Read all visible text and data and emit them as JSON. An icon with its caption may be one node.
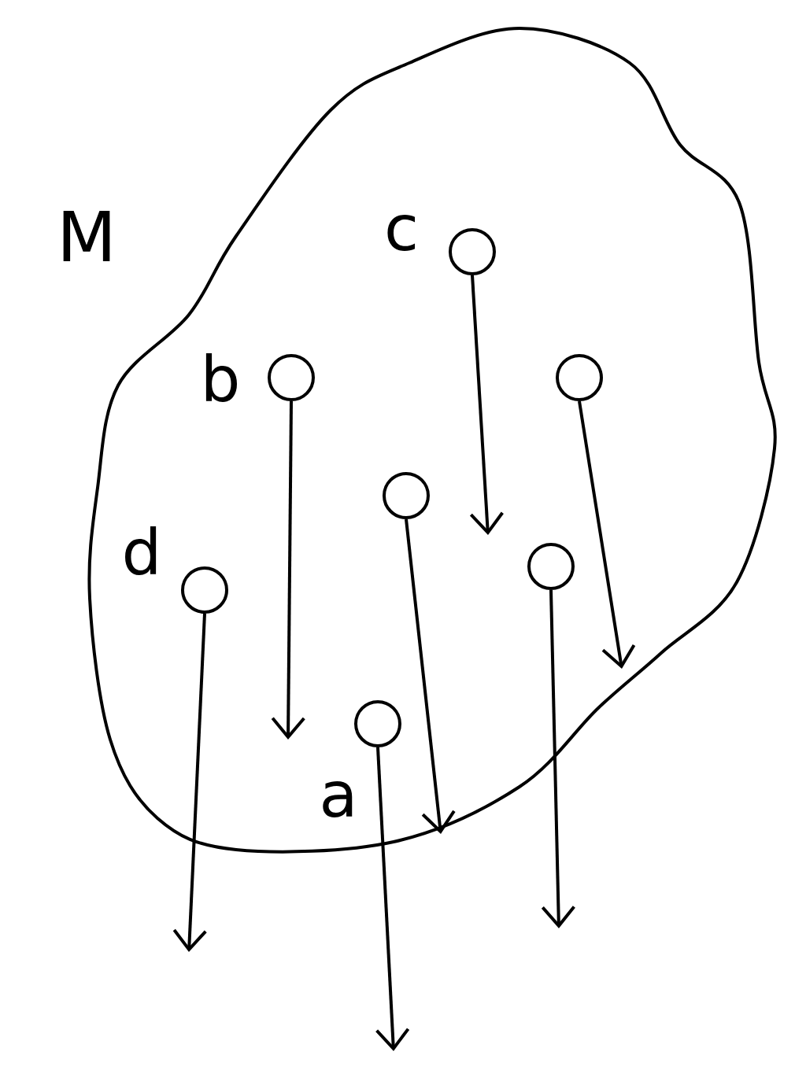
{
  "diagram": {
    "nodes": [
      {
        "text": [
          "M"
        ]
      },
      {
        "text": [],
        "shape": "circle",
        "beside": [
          "c"
        ],
        "in": 0
      },
      {
        "text": [],
        "shape": "circle",
        "beside": [
          "b"
        ],
        "in": 0
      },
      {
        "text": [],
        "shape": "circle",
        "in": 0
      },
      {
        "text": [],
        "shape": "circle",
        "in": 0
      },
      {
        "text": [],
        "shape": "circle",
        "beside": [
          "d"
        ],
        "in": 0
      },
      {
        "text": [],
        "shape": "circle",
        "in": 0
      },
      {
        "text": [],
        "shape": "circle",
        "beside": [
          "a"
        ],
        "in": 0
      }
    ],
    "edges": [
      {
        "from": 1,
        "to": null,
        "arrow": "to"
      },
      {
        "from": 2,
        "to": null,
        "arrow": "to"
      },
      {
        "from": 3,
        "to": null,
        "arrow": "to"
      },
      {
        "from": 4,
        "to": null,
        "arrow": "to"
      },
      {
        "from": 5,
        "to": null,
        "arrow": "to"
      },
      {
        "from": 6,
        "to": null,
        "arrow": "to"
      },
      {
        "from": 7,
        "to": null,
        "arrow": "to"
      }
    ]
  }
}
